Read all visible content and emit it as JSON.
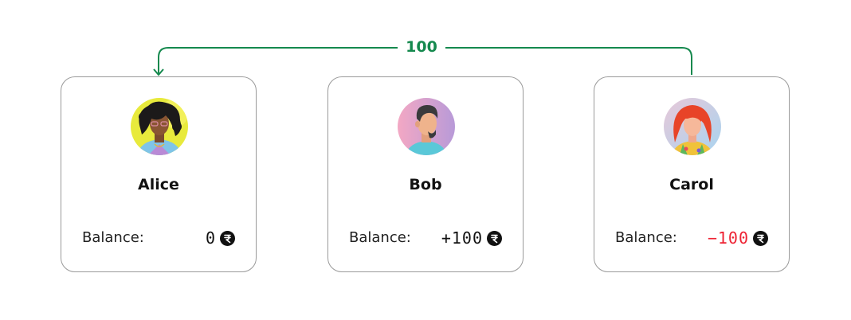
{
  "transfer": {
    "amount": "100",
    "from": "Carol",
    "to": "Alice",
    "color": "#15894e"
  },
  "participants": [
    {
      "name": "Alice",
      "balance_label": "Balance:",
      "balance": "0",
      "balance_color": "#111111",
      "avatar_icon": "woman-curly-hair-avatar-icon"
    },
    {
      "name": "Bob",
      "balance_label": "Balance:",
      "balance": "+100",
      "balance_color": "#111111",
      "avatar_icon": "man-beard-avatar-icon"
    },
    {
      "name": "Carol",
      "balance_label": "Balance:",
      "balance": "−100",
      "balance_color": "#ee2233",
      "avatar_icon": "woman-red-hair-avatar-icon"
    }
  ],
  "currency_icon": "currency-coin-icon"
}
